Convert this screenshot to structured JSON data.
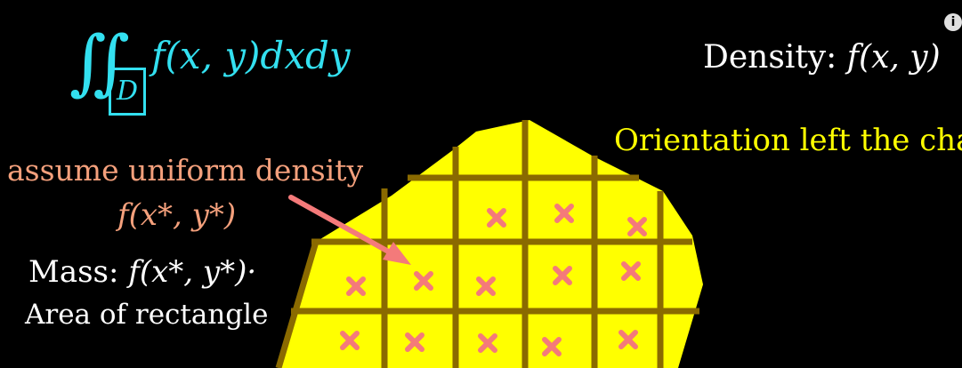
{
  "formula": {
    "integral_sign": "∬",
    "region": "D",
    "integrand": "f(x, y)dxdy"
  },
  "density": {
    "label": "Density:",
    "expr": "f(x, y)"
  },
  "orientation_note": "Orientation left the chat",
  "uniform": {
    "note": "assume uniform density",
    "expr": "f(x*, y*)"
  },
  "mass": {
    "label": "Mass:",
    "expr": "f(x*, y*)·"
  },
  "area_label": "Area of rectangle",
  "info_icon": "i",
  "colors": {
    "region_fill": "#ffff00",
    "grid": "#8a6a00",
    "sample_marker": "#f47a7a",
    "arrow": "#f47a7a",
    "formula": "#33e0f0"
  }
}
